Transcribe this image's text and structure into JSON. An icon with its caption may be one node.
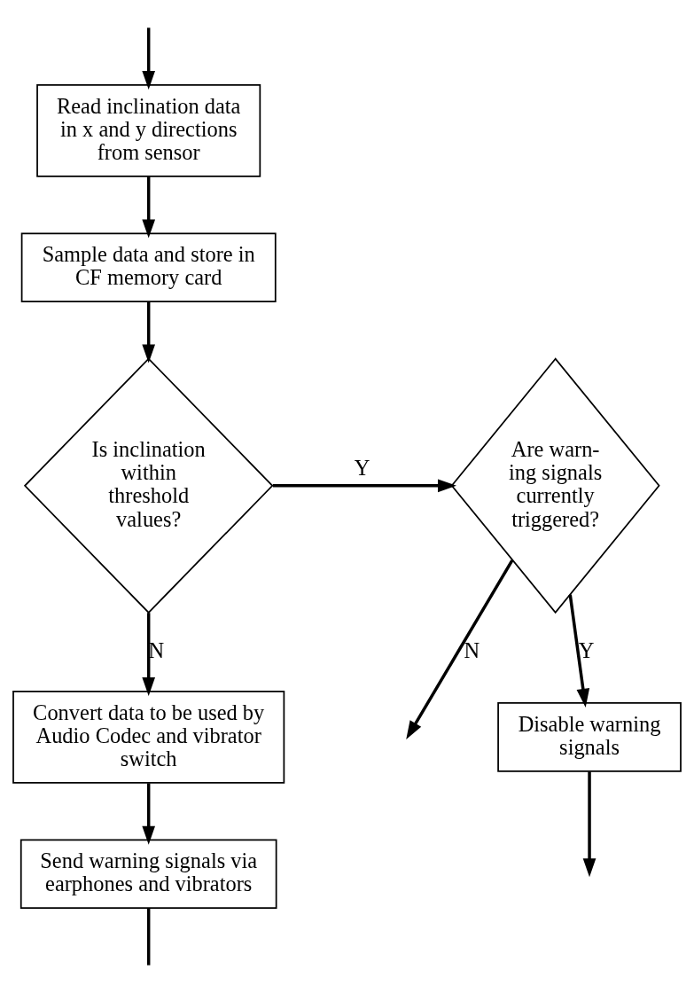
{
  "diagram": {
    "nodes": [
      {
        "text": [
          "Read inclination data in x and y directions from sensor"
        ]
      },
      {
        "text": [
          "Sample data and store in CF memory card"
        ]
      },
      {
        "text": [
          "Is inclination within threshold values?"
        ]
      },
      {
        "text": [
          "Are warn- ing signals currently triggered?"
        ]
      },
      {
        "text": [
          "Convert data to be used by Audio Codec and vibrator switch"
        ]
      },
      {
        "text": [
          "Disable warning signals"
        ]
      },
      {
        "text": [
          "Send warning signals via earphones and vibrators"
        ]
      }
    ],
    "edges": [
      {
        "from": null,
        "to": 0,
        "arrow": "to"
      },
      {
        "from": 0,
        "to": 1,
        "arrow": "to"
      },
      {
        "from": 1,
        "to": 2,
        "arrow": "to"
      },
      {
        "from": 2,
        "to": 3,
        "arrow": "to",
        "label": "Y"
      },
      {
        "from": 3,
        "to": null,
        "arrow": "to",
        "label": "N"
      },
      {
        "from": 2,
        "to": 4,
        "arrow": "to",
        "label": "N"
      },
      {
        "from": 3,
        "to": 5,
        "arrow": "to",
        "label": "Y"
      },
      {
        "from": 5,
        "to": null,
        "arrow": "to"
      },
      {
        "from": 4,
        "to": 6,
        "arrow": "to"
      },
      {
        "from": 6,
        "to": null,
        "arrow": "none"
      }
    ]
  }
}
